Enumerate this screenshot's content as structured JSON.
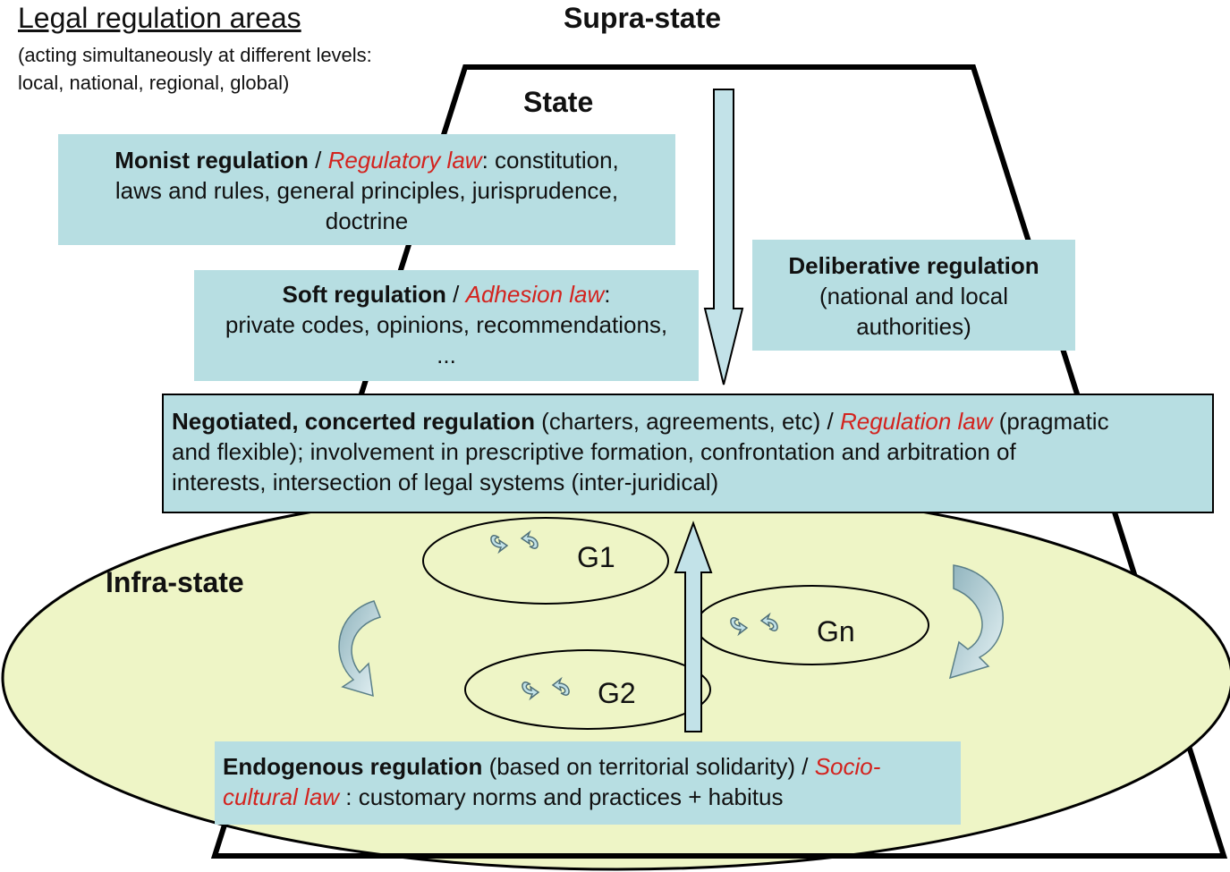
{
  "diagram": {
    "title": "Legal regulation areas",
    "subtitle_line1": "(acting simultaneously at different levels:",
    "subtitle_line2": "local, national, regional, global)",
    "levels": {
      "supra_state": "Supra-state",
      "state": "State",
      "infra_state": "Infra-state"
    },
    "boxes": {
      "monist": {
        "name": "Monist regulation",
        "sep": " / ",
        "law": "Regulatory law",
        "desc_a": ": constitution,",
        "desc_b": "laws and rules, general principles, jurisprudence,",
        "desc_c": "doctrine"
      },
      "soft": {
        "name": "Soft regulation",
        "sep": " / ",
        "law": "Adhesion law",
        "desc_a": ":",
        "desc_b": "private codes, opinions, recommendations,",
        "desc_c": "..."
      },
      "deliberative": {
        "name": "Deliberative regulation",
        "desc_a": "(national and local",
        "desc_b": "authorities)"
      },
      "negotiated": {
        "name": "Negotiated, concerted regulation",
        "desc_a": " (charters, agreements, etc) / ",
        "law": "Regulation law",
        "desc_b": " (pragmatic",
        "desc_c": "and flexible); involvement in prescriptive formation, confrontation and arbitration of",
        "desc_d": "interests, intersection of legal systems (inter-juridical)"
      },
      "endogenous": {
        "name": "Endogenous regulation",
        "desc_a": " (based on territorial solidarity) / ",
        "law_a": "Socio-",
        "law_b": "cultural law",
        "desc_b": " : customary norms  and practices + habitus"
      }
    },
    "groups": [
      "G1",
      "G2",
      "Gn"
    ],
    "colors": {
      "box_fill": "#b7dee2",
      "ellipse_fill": "#eef5c6",
      "law_text": "#d3231e",
      "arrow_fill": "#c2e2e8"
    }
  }
}
